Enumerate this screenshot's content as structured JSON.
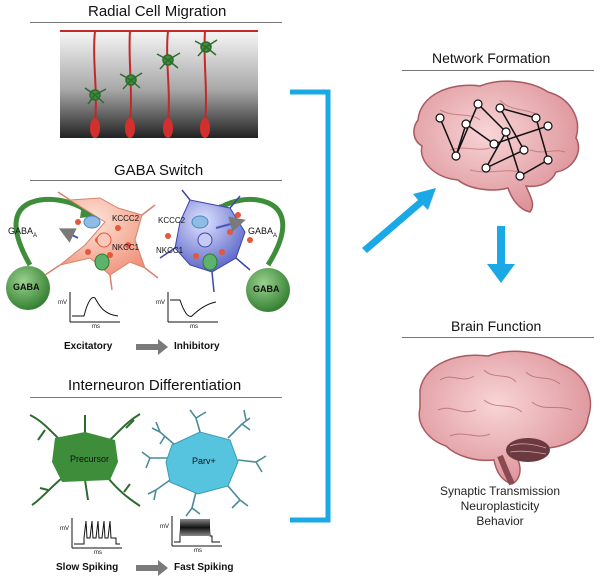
{
  "sections": {
    "radial": {
      "title": "Radial Cell Migration"
    },
    "gaba": {
      "title": "GABA Switch",
      "kcc2": "KCCC2",
      "nkcc1": "NKCC1",
      "gaba_a": "GABA",
      "gaba_a_sub": "A",
      "gaba_ball": "GABA",
      "axis_y": "mV",
      "axis_x": "ms",
      "excitatory": "Excitatory",
      "inhibitory": "Inhibitory"
    },
    "interneuron": {
      "title": "Interneuron Differentiation",
      "precursor": "Precursor",
      "parv": "Parv+",
      "axis_y": "mV",
      "axis_x": "ms",
      "slow": "Slow Spiking",
      "fast": "Fast Spiking"
    },
    "network": {
      "title": "Network Formation"
    },
    "brain": {
      "title": "Brain Function",
      "functions": [
        "Synaptic Transmission",
        "Neuroplasticity",
        "Behavior"
      ]
    }
  },
  "colors": {
    "bracket": "#1aa9e6",
    "brain_pink": "#e8a5aa",
    "green_neuron": "#3d8d3a",
    "red_neuron": "#f2a08a",
    "blue_neuron": "#6b74c9",
    "interneuron_green": "#2f7d3a",
    "interneuron_blue": "#57c4df"
  }
}
